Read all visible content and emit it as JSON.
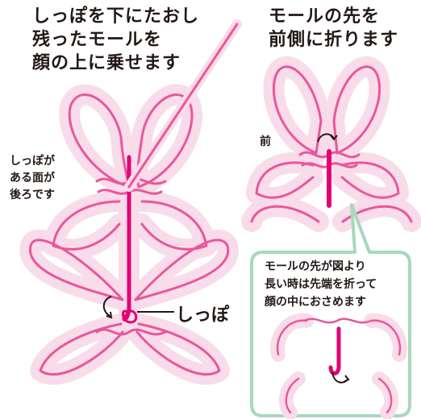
{
  "instructions": {
    "left_step": "しっぽを下にたおし\n残ったモールを\n顔の上に乗せます",
    "right_step": "モールの先を\n前側に折ります"
  },
  "labels": {
    "back_note": "しっぽが\nある面が\n後ろです",
    "front": "前",
    "tail": "しっぽ",
    "long_tip_note": "モールの先が図より\n長い時は先端を折って\n顔の中におさめます"
  },
  "colors": {
    "wire": "#e8579b",
    "wire_halo": "#f9dce9",
    "accent": "#e40077",
    "callout_border": "#a6d9bb",
    "text": "#231815"
  }
}
